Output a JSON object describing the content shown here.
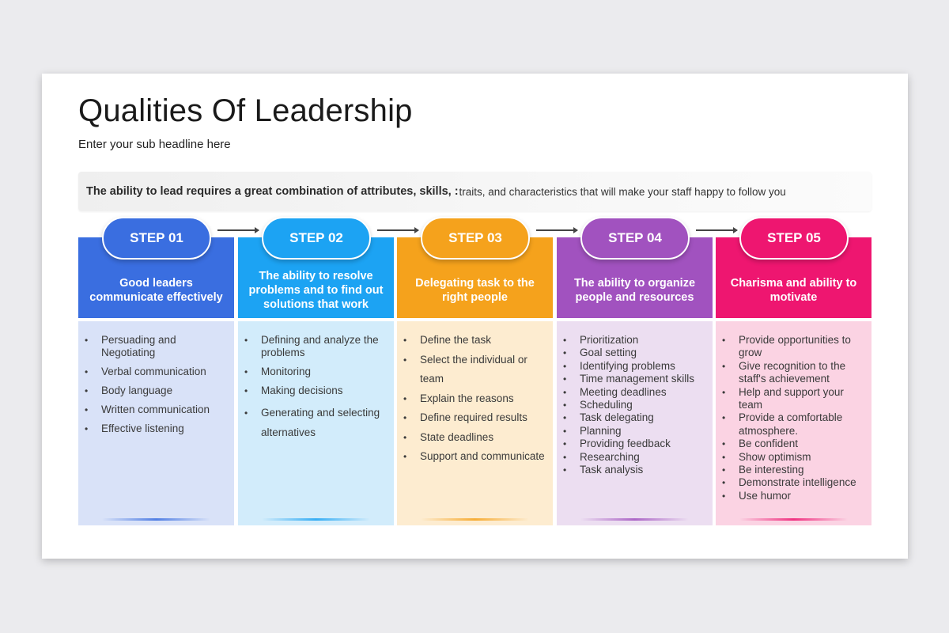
{
  "title": "Qualities Of Leadership",
  "subtitle": "Enter your sub headline here",
  "intro": {
    "lead": "The ability to lead requires a great combination of attributes, skills, :",
    "rest": "traits, and characteristics  that will make your staff happy  to follow you"
  },
  "steps": [
    {
      "label": "STEP 01",
      "heading": "Good leaders communicate effectively",
      "color": "#3a6ee0",
      "body_color": "#d9e2f8",
      "items": [
        "Persuading and Negotiating",
        "Verbal communication",
        "Body language",
        "Written communication",
        "Effective listening"
      ]
    },
    {
      "label": "STEP 02",
      "heading": "The ability to resolve problems and to find out solutions that work",
      "color": "#1ca3f3",
      "body_color": "#d2ecfb",
      "items": [
        "Defining and analyze the problems",
        "Monitoring",
        "Making decisions",
        "Generating and selecting alternatives"
      ]
    },
    {
      "label": "STEP 03",
      "heading": "Delegating task to the right people",
      "color": "#f5a21c",
      "body_color": "#fdecd0",
      "items": [
        "Define the task",
        "Select the individual or team",
        "Explain the reasons",
        "Define required results",
        "State deadlines",
        "Support and communicate"
      ]
    },
    {
      "label": "STEP 04",
      "heading": "The ability to organize people and resources",
      "color": "#a152bf",
      "body_color": "#ecdef1",
      "items": [
        "Prioritization",
        "Goal setting",
        "Identifying problems",
        "Time management skills",
        "Meeting deadlines",
        "Scheduling",
        "Task delegating",
        "Planning",
        "Providing feedback",
        "Researching",
        "Task analysis"
      ]
    },
    {
      "label": "STEP 05",
      "heading": "Charisma and ability to motivate",
      "color": "#ee1670",
      "body_color": "#fbd3e3",
      "items": [
        "Provide opportunities to grow",
        "Give recognition to the staff's achievement",
        "Help and support your team",
        "Provide a comfortable atmosphere.",
        "Be confident",
        "Show optimism",
        "Be interesting",
        "Demonstrate intelligence",
        "Use humor"
      ]
    }
  ]
}
